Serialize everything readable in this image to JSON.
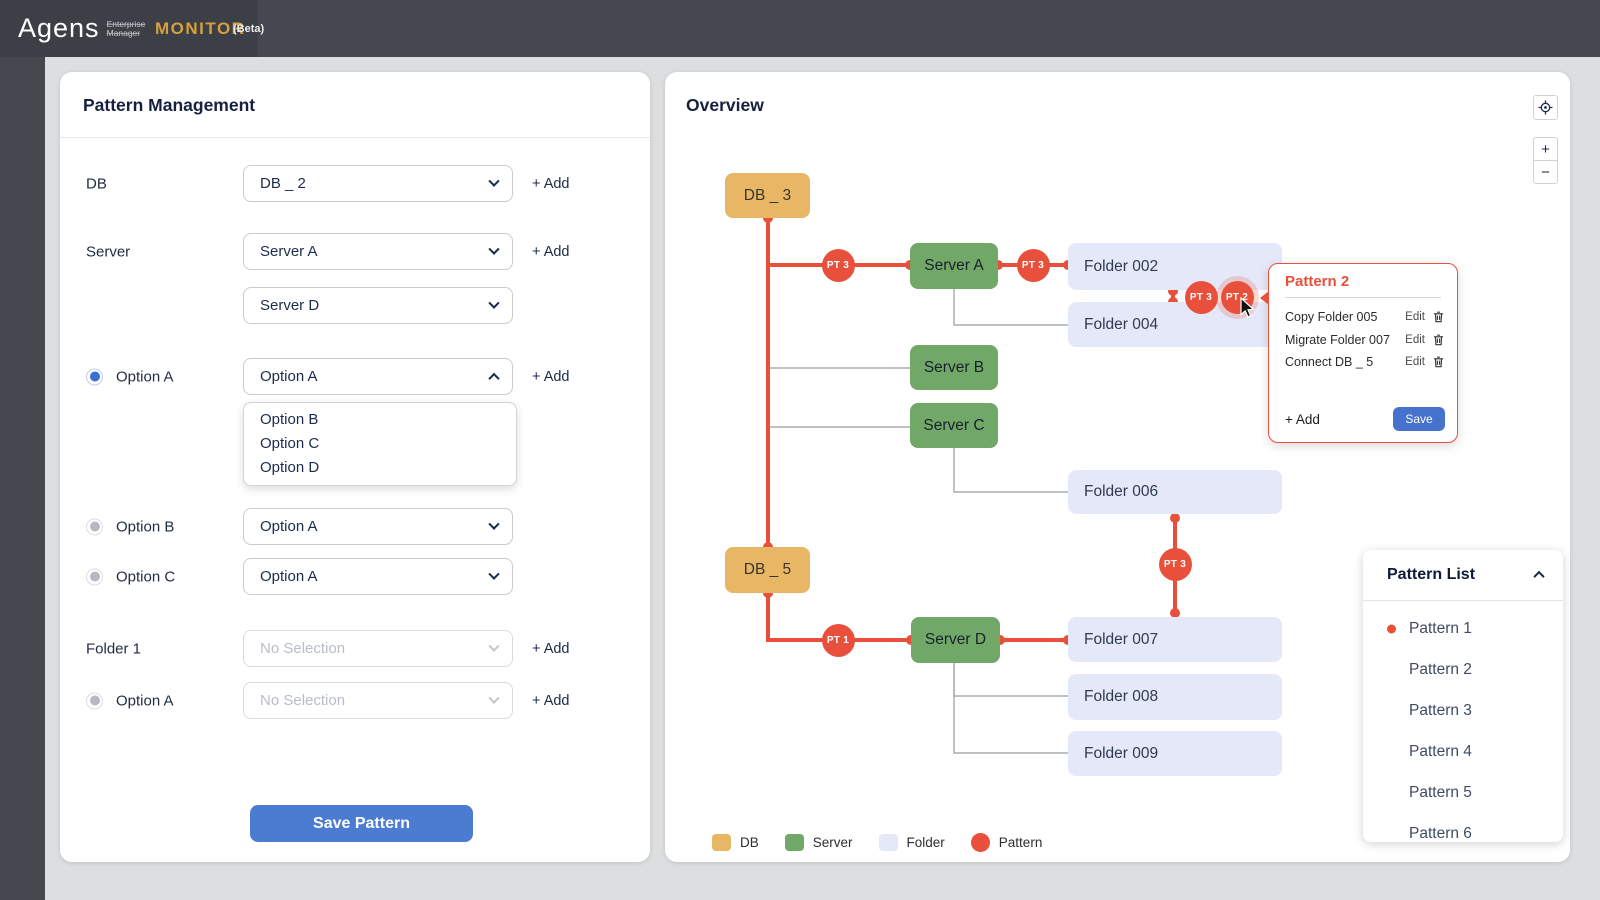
{
  "header": {
    "brand": "Agens",
    "brand_sub_top": "Enterprise",
    "brand_sub_bottom": "Manager",
    "app_name": "MONITOR",
    "beta": "(Beta)"
  },
  "pattern_management": {
    "title": "Pattern Management",
    "rows": [
      {
        "label": "DB",
        "value": "DB _ 2",
        "add": "+ Add"
      },
      {
        "label": "Server",
        "value": "Server A",
        "add": "+ Add"
      },
      {
        "label": "",
        "value": "Server D"
      },
      {
        "label": "Option A",
        "value": "Option A",
        "add": "+ Add"
      },
      {
        "label": "Option B",
        "value": "Option A"
      },
      {
        "label": "Option C",
        "value": "Option A"
      },
      {
        "label": "Folder 1",
        "value": "No Selection",
        "add": "+ Add"
      },
      {
        "label": "Option A",
        "value": "No Selection",
        "add": "+ Add"
      }
    ],
    "open_options": [
      "Option B",
      "Option C",
      "Option D"
    ],
    "save_button": "Save Pattern"
  },
  "overview": {
    "title": "Overview",
    "controls": {
      "zoom_in": "+",
      "zoom_out": "−"
    },
    "nodes": [
      {
        "id": "db3",
        "label": "DB _ 3",
        "type": "db"
      },
      {
        "id": "serverA",
        "label": "Server A",
        "type": "server"
      },
      {
        "id": "folder002",
        "label": "Folder 002",
        "type": "folder"
      },
      {
        "id": "folder004",
        "label": "Folder 004",
        "type": "folder"
      },
      {
        "id": "serverB",
        "label": "Server B",
        "type": "server"
      },
      {
        "id": "serverC",
        "label": "Server C",
        "type": "server"
      },
      {
        "id": "folder006",
        "label": "Folder 006",
        "type": "folder"
      },
      {
        "id": "db5",
        "label": "DB _ 5",
        "type": "db"
      },
      {
        "id": "serverD",
        "label": "Server D",
        "type": "server"
      },
      {
        "id": "folder007",
        "label": "Folder 007",
        "type": "folder"
      },
      {
        "id": "folder008",
        "label": "Folder 008",
        "type": "folder"
      },
      {
        "id": "folder009",
        "label": "Folder 009",
        "type": "folder"
      }
    ],
    "badges": [
      {
        "label": "PT 3"
      },
      {
        "label": "PT 3"
      },
      {
        "label": "PT 3"
      },
      {
        "label": "PT 2",
        "highlighted": true
      },
      {
        "label": "PT 3"
      },
      {
        "label": "PT 1"
      }
    ],
    "legend": [
      {
        "label": "DB",
        "type": "db"
      },
      {
        "label": "Server",
        "type": "server"
      },
      {
        "label": "Folder",
        "type": "folder"
      },
      {
        "label": "Pattern",
        "type": "pattern"
      }
    ]
  },
  "popup": {
    "title": "Pattern 2",
    "rows": [
      {
        "name": "Copy Folder 005",
        "edit": "Edit"
      },
      {
        "name": "Migrate Folder 007",
        "edit": "Edit"
      },
      {
        "name": "Connect DB _ 5",
        "edit": "Edit"
      }
    ],
    "add_label": "+ Add",
    "save_label": "Save"
  },
  "pattern_list": {
    "title": "Pattern List",
    "items": [
      {
        "label": "Pattern 1",
        "active": true
      },
      {
        "label": "Pattern 2"
      },
      {
        "label": "Pattern 3"
      },
      {
        "label": "Pattern 4"
      },
      {
        "label": "Pattern 5"
      },
      {
        "label": "Pattern 6"
      }
    ]
  },
  "colors": {
    "pattern_red": "#E8503C",
    "db_fill": "#E7B766",
    "server_fill": "#72A867",
    "folder_fill": "#E4E8F8",
    "primary_blue": "#4C7CD1",
    "header_gold": "#D4A13C"
  }
}
